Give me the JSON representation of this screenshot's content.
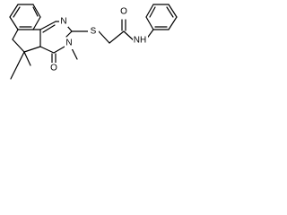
{
  "atoms": {
    "n_top": "N",
    "n_mid": "N",
    "s": "S",
    "o_ring": "O",
    "o_amide": "O",
    "nh": "NH"
  },
  "colors": {
    "bond": "#000000",
    "text": "#000000",
    "background": "#ffffff"
  }
}
